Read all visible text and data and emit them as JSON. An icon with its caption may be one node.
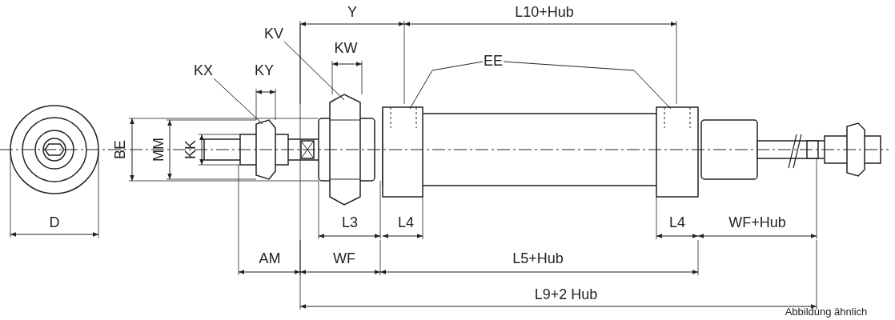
{
  "diagram": {
    "nodes": [
      {
        "text": [
          "KV"
        ]
      },
      {
        "text": [
          "EE"
        ]
      },
      {
        "text": [
          "KX"
        ]
      }
    ],
    "edges": [
      {
        "from": 0,
        "to": null,
        "arrow": "none"
      },
      {
        "from": 1,
        "to": null,
        "arrow": "none"
      },
      {
        "from": 1,
        "to": null,
        "arrow": "none"
      },
      {
        "from": 2,
        "to": null,
        "arrow": "none"
      }
    ],
    "labels": [
      "Y",
      "L10+Hub",
      "KW",
      "KY",
      "BE",
      "MM",
      "KK",
      "D",
      "L3",
      "L4",
      "L4",
      "WF+Hub",
      "AM",
      "WF",
      "L5+Hub",
      "L9+2 Hub",
      "Abbildung ähnlich"
    ]
  }
}
